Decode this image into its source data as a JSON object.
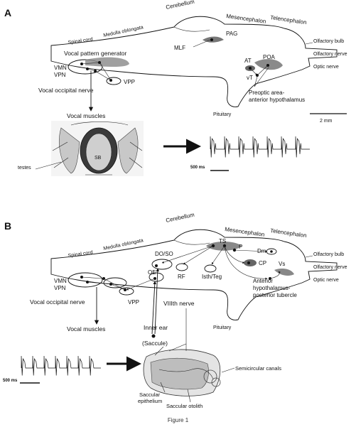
{
  "panelA": {
    "letter": "A",
    "labels": {
      "cerebellum": "Cerebellum",
      "mesencephalon": "Mesencephalon",
      "telencephalon": "Telencephalon",
      "spinal_cord": "Spinal cord",
      "medulla": "Medulla oblongata",
      "vpg": "Vocal pattern generator",
      "mlf": "MLF",
      "pag": "PAG",
      "olf_bulb": "Olfactory bulb",
      "olf_nerve": "Olfactory nerve",
      "optic_nerve": "Optic nerve",
      "vmn": "VMN",
      "vpn": "VPN",
      "vpp": "VPP",
      "at": "AT",
      "poa": "POA",
      "vt": "vT",
      "preoptic": "Preoptic area-",
      "ant_hypo": "anterior hypothalamus",
      "occipital": "Vocal occipital nerve",
      "pituitary": "Pituitary",
      "muscles": "Vocal muscles",
      "scale": "2 mm",
      "sb": "SB",
      "testes": "testes",
      "ms": "500 ms"
    }
  },
  "panelB": {
    "letter": "B",
    "labels": {
      "cerebellum": "Cerebellum",
      "mesencephalon": "Mesencephalon",
      "telencephalon": "Telencephalon",
      "spinal_cord": "Spinal cord",
      "medulla": "Medulla oblongata",
      "doso": "DO/SO",
      "ts": "TS",
      "p": "P",
      "dm": "Dm",
      "cp": "CP",
      "vs": "Vs",
      "oe": "OE",
      "rf": "RF",
      "isth": "Isth/Teg",
      "olf_bulb": "Olfactory bulb",
      "olf_nerve": "Olfactory nerve",
      "optic_nerve": "Optic nerve",
      "vmn": "VMN",
      "vpn": "VPN",
      "vpp": "VPP",
      "occipital": "Vocal occipital nerve",
      "viii": "VIIIth nerve",
      "inner_ear1": "Inner ear",
      "inner_ear2": "(Saccule)",
      "ahpt1": "Anterior",
      "ahpt2": "hypothalamus-",
      "ahpt3": "posterior tubercle",
      "pituitary": "Pituitary",
      "muscles": "Vocal muscles",
      "ms": "500 ms",
      "semicircular": "Semicircular canals",
      "sacc_epi1": "Saccular",
      "sacc_epi2": "epithelium",
      "sacc_oto": "Saccular otolith"
    }
  },
  "caption": "Figure 1"
}
